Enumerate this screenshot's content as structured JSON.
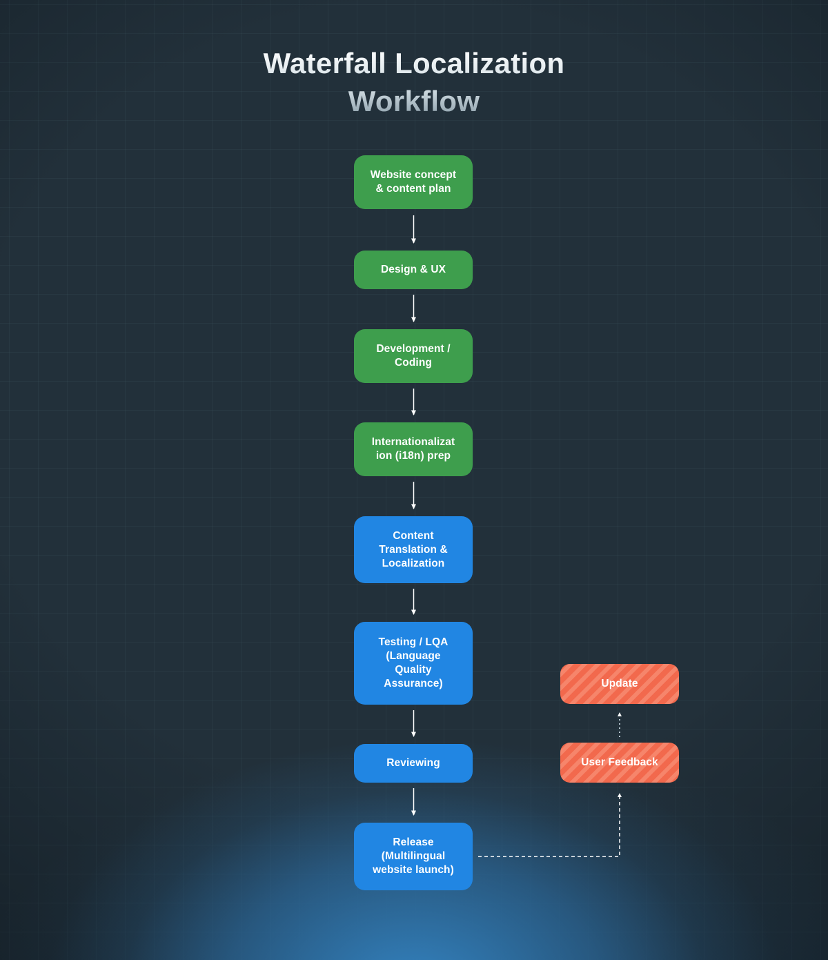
{
  "title": {
    "line1": "Waterfall Localization",
    "line2": "Workflow"
  },
  "flow": {
    "main_nodes": [
      {
        "id": "website-concept",
        "label": "Website concept\n& content plan",
        "color": "green"
      },
      {
        "id": "design-ux",
        "label": "Design & UX",
        "color": "green"
      },
      {
        "id": "development-coding",
        "label": "Development /\nCoding",
        "color": "green"
      },
      {
        "id": "i18n-prep",
        "label": "Internationalizat\nion (i18n) prep",
        "color": "green"
      },
      {
        "id": "content-translation",
        "label": "Content\nTranslation &\nLocalization",
        "color": "blue"
      },
      {
        "id": "testing-lqa",
        "label": "Testing / LQA\n(Language\nQuality\nAssurance)",
        "color": "blue"
      },
      {
        "id": "reviewing",
        "label": "Reviewing",
        "color": "blue"
      },
      {
        "id": "release",
        "label": "Release\n(Multilingual\nwebsite launch)",
        "color": "blue"
      }
    ],
    "feedback_nodes": [
      {
        "id": "update",
        "label": "Update",
        "color": "orange-striped"
      },
      {
        "id": "user-feedback",
        "label": "User Feedback",
        "color": "orange-striped"
      }
    ],
    "connections": [
      {
        "from": "website-concept",
        "to": "design-ux",
        "style": "solid-arrow"
      },
      {
        "from": "design-ux",
        "to": "development-coding",
        "style": "solid-arrow"
      },
      {
        "from": "development-coding",
        "to": "i18n-prep",
        "style": "solid-arrow"
      },
      {
        "from": "i18n-prep",
        "to": "content-translation",
        "style": "solid-arrow"
      },
      {
        "from": "content-translation",
        "to": "testing-lqa",
        "style": "solid-arrow"
      },
      {
        "from": "testing-lqa",
        "to": "reviewing",
        "style": "solid-arrow"
      },
      {
        "from": "reviewing",
        "to": "release",
        "style": "solid-arrow"
      },
      {
        "from": "release",
        "to": "user-feedback",
        "style": "dashed-arrow"
      },
      {
        "from": "user-feedback",
        "to": "update",
        "style": "dotted-arrow"
      }
    ]
  },
  "colors": {
    "background": "#22303A",
    "stage_green": "#3E9E4D",
    "stage_blue": "#2186E3",
    "feedback_orange": "#F2694D",
    "feedback_orange_stripe": "#F6856B",
    "connector": "#FFFFFF",
    "bottom_glow": "#3485C4",
    "title_primary": "#F4F8F9",
    "title_secondary": "#AEBFC7"
  }
}
